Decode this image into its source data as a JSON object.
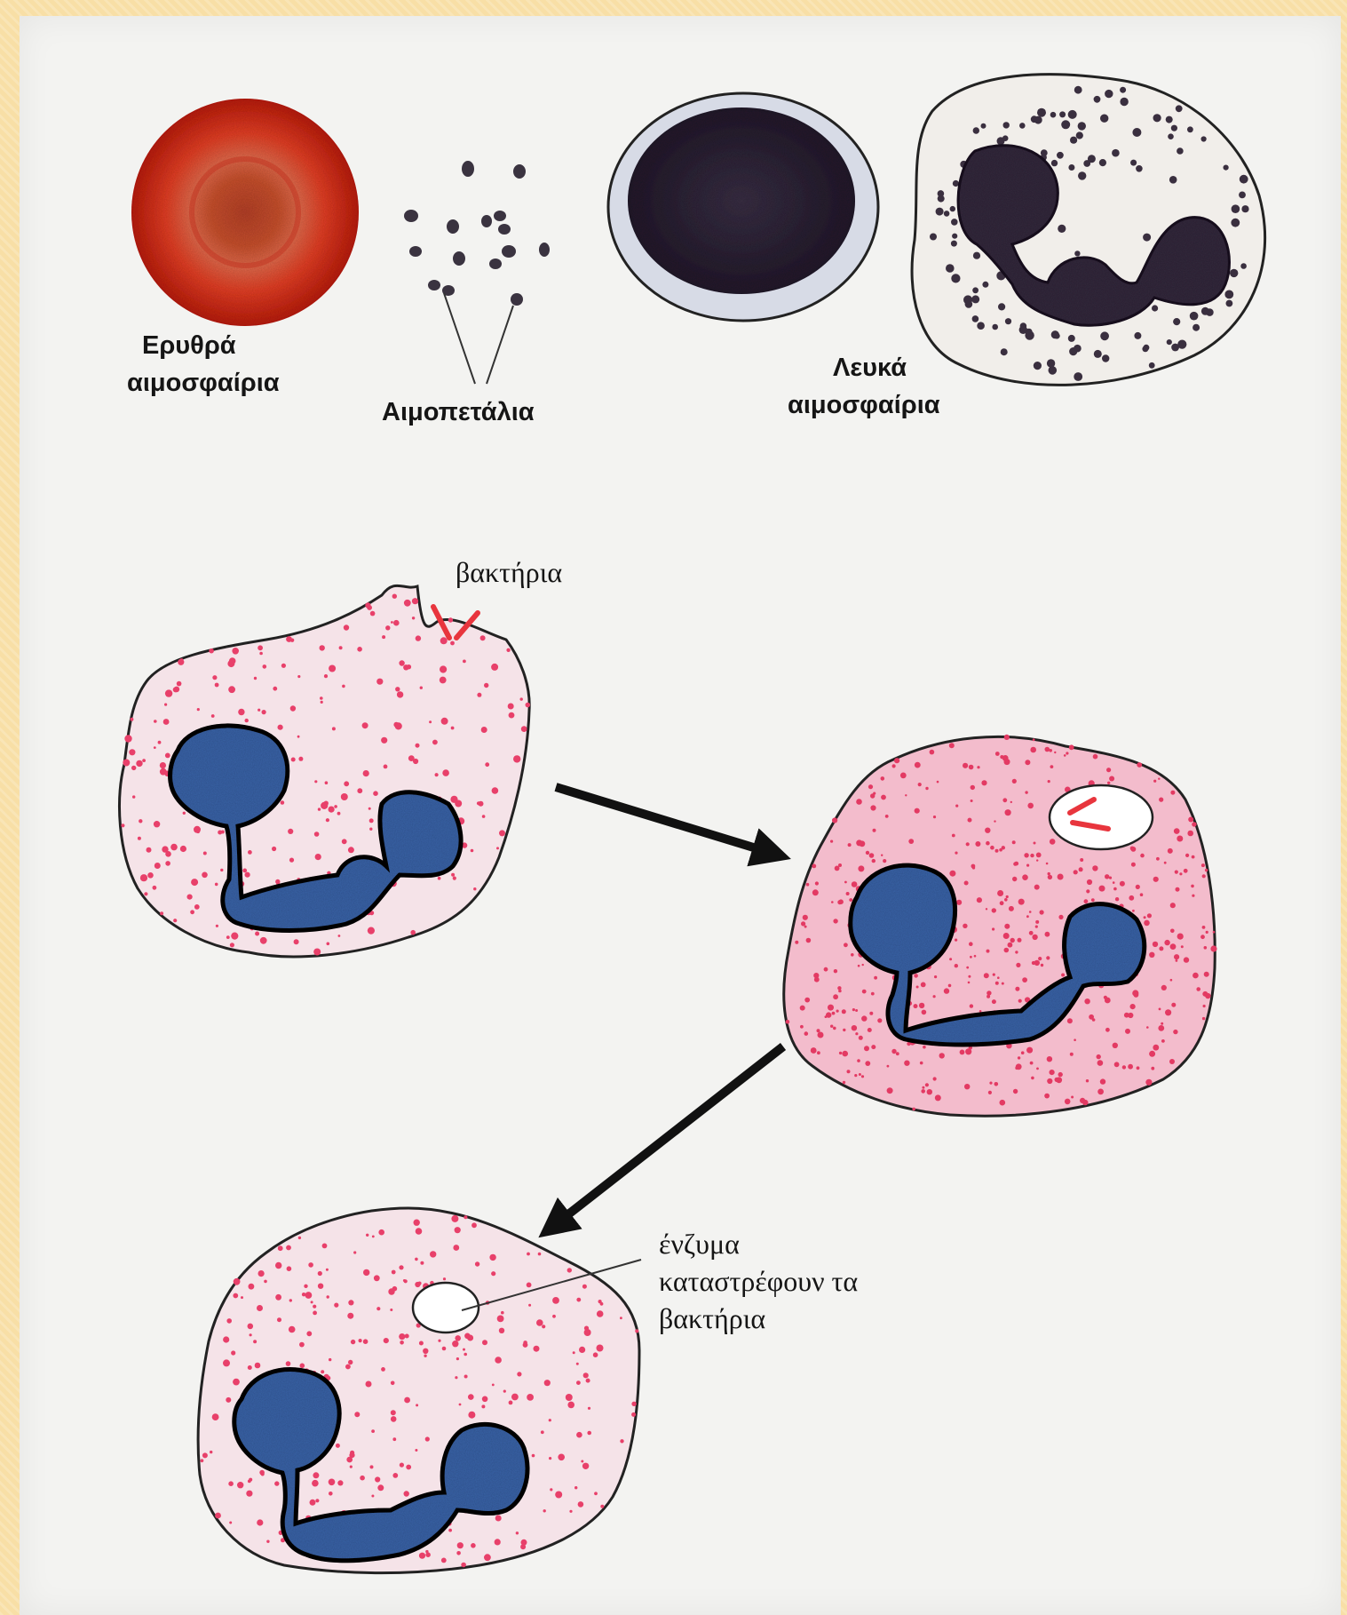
{
  "labels": {
    "red_cells": [
      "Ερυθρά",
      "αιμοσφαίρια"
    ],
    "platelets": "Αιμοπετάλια",
    "white_cells": [
      "Λευκά",
      "αιμοσφαίρια"
    ],
    "bacteria": "βακτήρια",
    "enzymes": [
      "ένζυμα",
      "καταστρέφουν τα",
      "βακτήρια"
    ]
  },
  "colors": {
    "red_cell": "#d8321f",
    "nucleus_dark": "#2e2538",
    "nucleus_blue": "#3a62a6",
    "cytoplasm_pink": "#f3b8c8",
    "speckle_pink": "#e8406a",
    "bacteria": "#e8353d",
    "lymphocyte_rim": "#c7cbd8"
  }
}
